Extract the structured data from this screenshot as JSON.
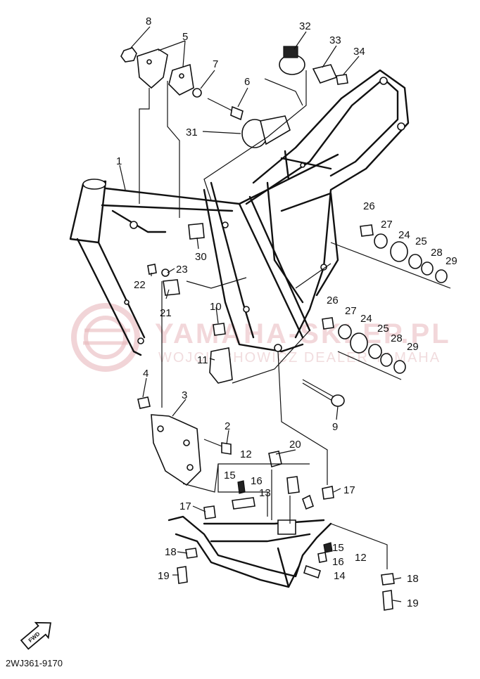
{
  "diagram": {
    "callouts": [
      "1",
      "2",
      "3",
      "4",
      "5",
      "6",
      "7",
      "8",
      "9",
      "10",
      "11",
      "12",
      "13",
      "14",
      "15",
      "16",
      "17",
      "18",
      "19",
      "20",
      "21",
      "22",
      "23",
      "24",
      "25",
      "26",
      "27",
      "28",
      "29",
      "30",
      "31",
      "32",
      "33",
      "34"
    ],
    "extra_callouts": {
      "n12b": "12",
      "n14b": "14",
      "n15b": "15",
      "n16b": "16",
      "n17b": "17",
      "n18b": "18",
      "n19b": "19",
      "n24b": "24",
      "n25b": "25",
      "n26b": "26",
      "n27b": "27",
      "n28b": "28",
      "n29b": "29"
    },
    "watermark": {
      "line1": "YAMAHA-SKLEP.PL",
      "line2": "WOJCIECHOWICZ DEALER YAMAHA"
    },
    "fwd_label": "FWD",
    "drawing_code": "2WJ361-9170"
  },
  "colors": {
    "ink": "#111111",
    "watermark": "#e8b8bc",
    "background": "#ffffff"
  }
}
